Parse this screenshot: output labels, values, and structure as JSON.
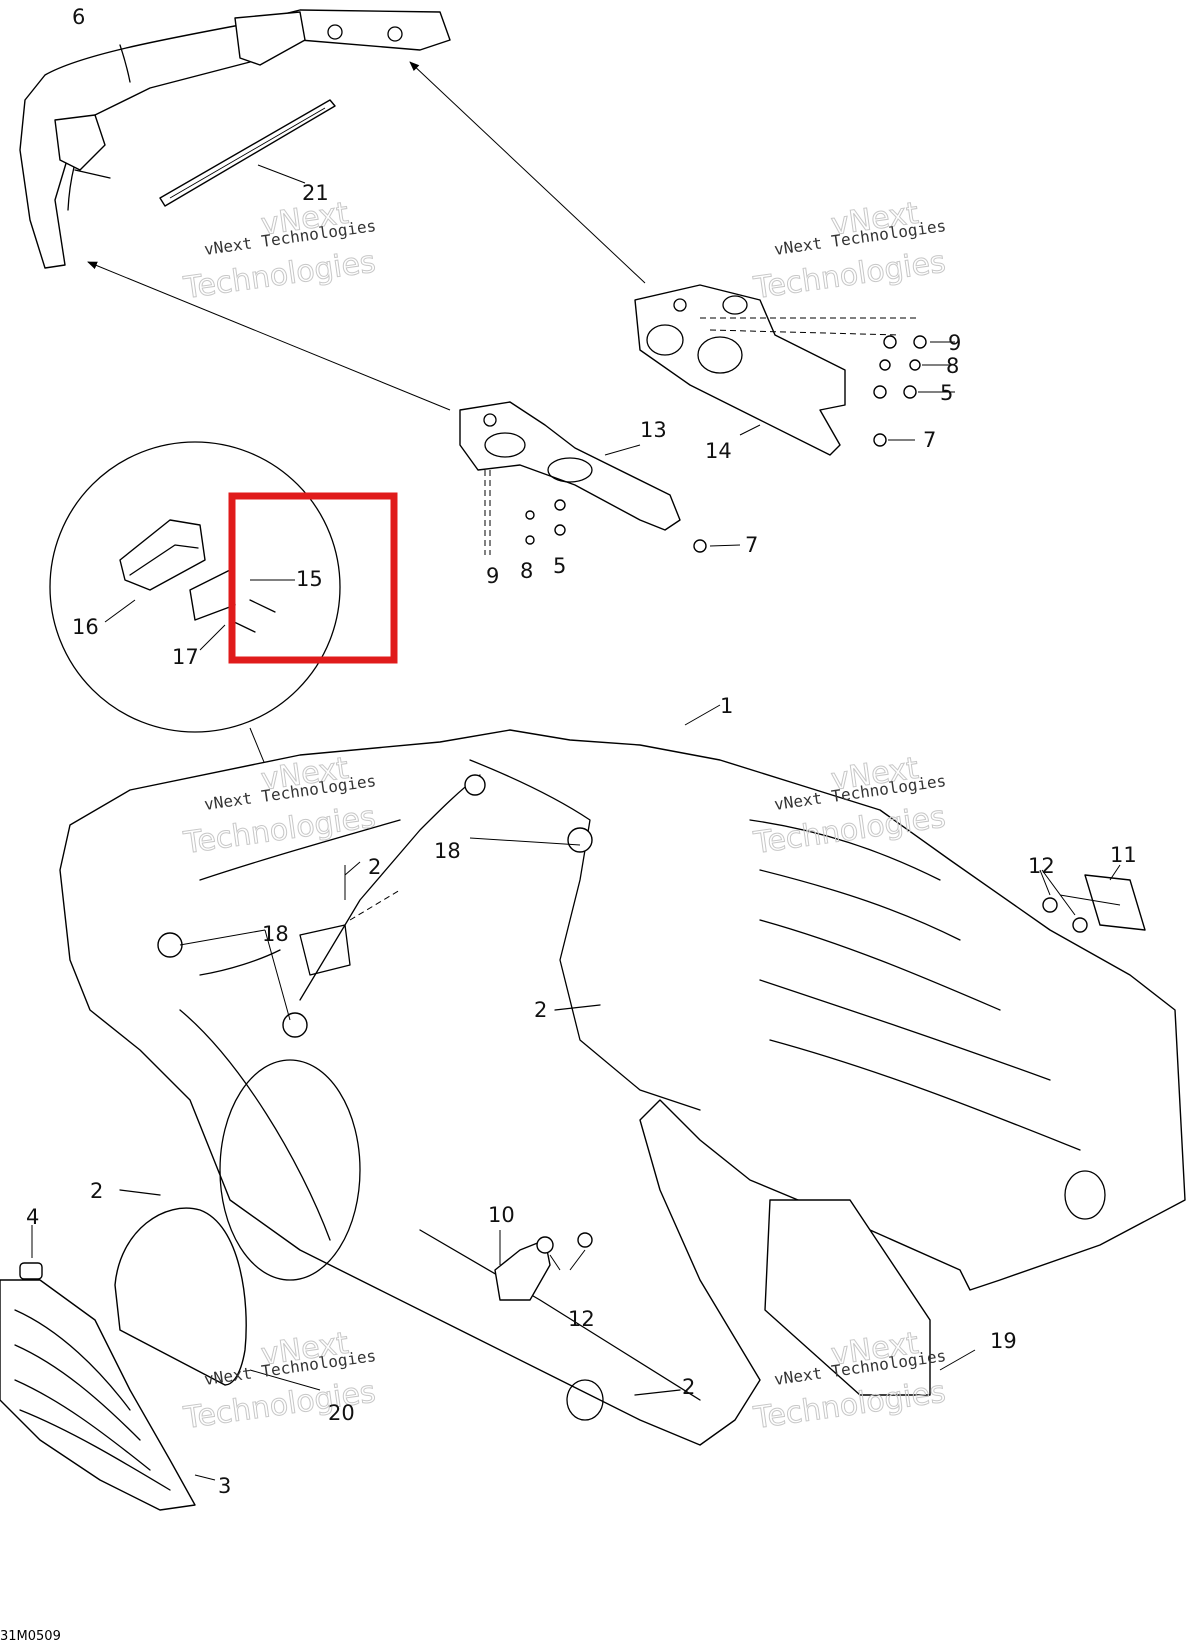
{
  "diagram": {
    "callouts": [
      {
        "id": "c6",
        "text": "6"
      },
      {
        "id": "c21",
        "text": "21"
      },
      {
        "id": "c9a",
        "text": "9"
      },
      {
        "id": "c8a",
        "text": "8"
      },
      {
        "id": "c5a",
        "text": "5"
      },
      {
        "id": "c7a",
        "text": "7"
      },
      {
        "id": "c14",
        "text": "14"
      },
      {
        "id": "c13",
        "text": "13"
      },
      {
        "id": "c7b",
        "text": "7"
      },
      {
        "id": "c9b",
        "text": "9"
      },
      {
        "id": "c8b",
        "text": "8"
      },
      {
        "id": "c5b",
        "text": "5"
      },
      {
        "id": "c15",
        "text": "15"
      },
      {
        "id": "c16",
        "text": "16"
      },
      {
        "id": "c17",
        "text": "17"
      },
      {
        "id": "c1",
        "text": "1"
      },
      {
        "id": "c18a",
        "text": "18"
      },
      {
        "id": "c2a",
        "text": "2"
      },
      {
        "id": "c18b",
        "text": "18"
      },
      {
        "id": "c12a",
        "text": "12"
      },
      {
        "id": "c11",
        "text": "11"
      },
      {
        "id": "c2b",
        "text": "2"
      },
      {
        "id": "c2c",
        "text": "2"
      },
      {
        "id": "c4",
        "text": "4"
      },
      {
        "id": "c10",
        "text": "10"
      },
      {
        "id": "c12b",
        "text": "12"
      },
      {
        "id": "c19",
        "text": "19"
      },
      {
        "id": "c2d",
        "text": "2"
      },
      {
        "id": "c20",
        "text": "20"
      },
      {
        "id": "c3",
        "text": "3"
      }
    ],
    "watermark": {
      "line1": "vNext Technologies",
      "line2": "Technologies",
      "line3": "vNext"
    },
    "figure_code": "31M0509",
    "highlight_color": "#e01b1b"
  }
}
